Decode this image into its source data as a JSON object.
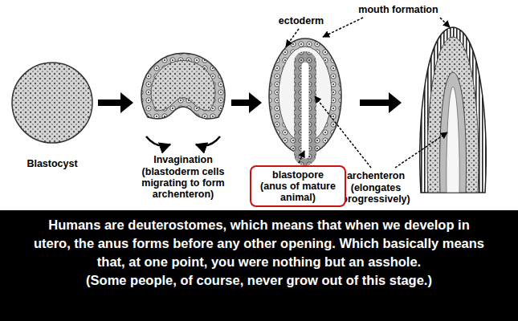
{
  "diagram": {
    "nodes": [
      {
        "text": [
          "blastopore",
          "(anus of mature animal)"
        ]
      },
      {
        "text": [
          "Humans are deuterostomes, which means that when we develop in utero, the anus forms before any other opening. Which basically means that, at one point, you were nothing but an asshole.",
          "(Some people, of course, never grow out of this stage.)"
        ]
      }
    ],
    "labels": [
      "ectoderm",
      "mouth formation",
      "Blastocyst",
      "Invagination",
      "(blastoderm cells migrating to form archenteron)",
      "archenteron",
      "(elongates progressively)"
    ]
  }
}
